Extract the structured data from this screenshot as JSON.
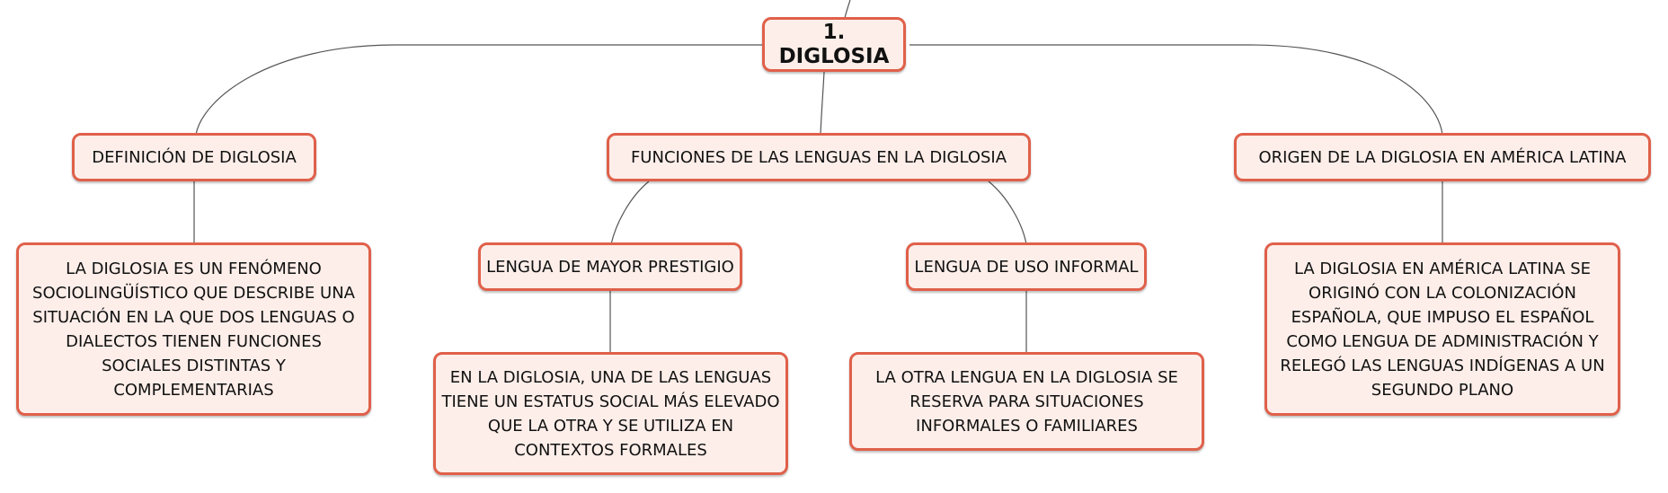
{
  "diagram": {
    "root": {
      "label": "1. DIGLOSIA"
    },
    "branches": {
      "definition": {
        "label": "DEFINICIÓN DE DIGLOSIA",
        "detail": "LA DIGLOSIA ES UN FENÓMENO SOCIOLINGÜÍSTICO QUE DESCRIBE UNA SITUACIÓN EN LA QUE DOS LENGUAS O DIALECTOS TIENEN FUNCIONES SOCIALES DISTINTAS Y COMPLEMENTARIAS"
      },
      "functions": {
        "label": "FUNCIONES DE LAS LENGUAS EN LA DIGLOSIA",
        "prestige": {
          "label": "LENGUA DE MAYOR PRESTIGIO",
          "detail": "EN LA DIGLOSIA, UNA DE LAS LENGUAS TIENE UN ESTATUS SOCIAL MÁS ELEVADO QUE LA OTRA Y SE UTILIZA EN CONTEXTOS FORMALES"
        },
        "informal": {
          "label": "LENGUA DE USO INFORMAL",
          "detail": "LA OTRA LENGUA EN LA DIGLOSIA SE RESERVA PARA SITUACIONES INFORMALES O FAMILIARES"
        }
      },
      "origin": {
        "label": "ORIGEN DE LA DIGLOSIA EN AMÉRICA LATINA",
        "detail": "LA DIGLOSIA EN AMÉRICA LATINA SE ORIGINÓ CON LA COLONIZACIÓN ESPAÑOLA, QUE IMPUSO EL ESPAÑOL COMO LENGUA DE ADMINISTRACIÓN Y RELEGÓ LAS LENGUAS INDÍGENAS A UN SEGUNDO PLANO"
      }
    }
  }
}
